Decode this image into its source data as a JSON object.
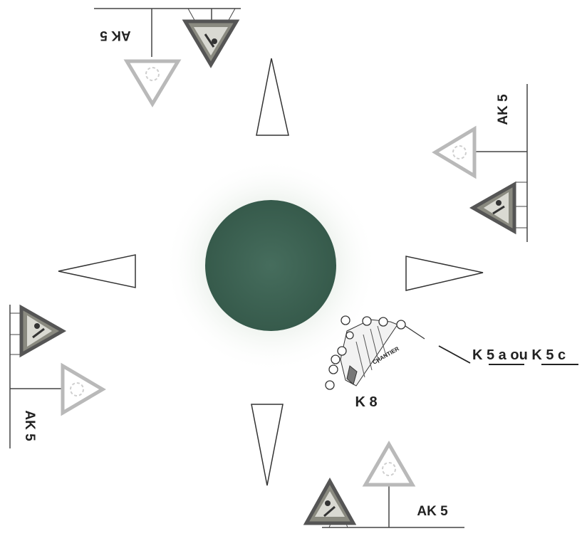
{
  "diagram": {
    "labels": {
      "ak5_top": "AK 5",
      "ak5_right": "AK 5",
      "ak5_left": "AK 5",
      "ak5_bottom": "AK 5",
      "k8": "K 8",
      "chantier": "CHANTIER",
      "k5_prefix": "K ",
      "k5_a": "5 a",
      "k5_ou": " ou ",
      "k5_prefix2": "K ",
      "k5_c": "5 c"
    },
    "colors": {
      "roundabout": "#3f6656",
      "sign_work_border": "#555555",
      "sign_work_fill": "#8a8a80",
      "sign_round_border": "#b9b9b9",
      "line": "#444444"
    },
    "icons": [
      "roadwork-sign-icon",
      "roundabout-ahead-sign-icon",
      "splitter-island-icon",
      "cone-row-icon"
    ]
  }
}
